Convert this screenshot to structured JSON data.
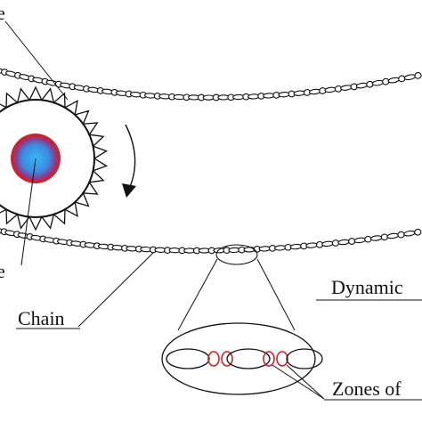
{
  "labels": {
    "chain": "Chain",
    "dynamic": "Dynamic",
    "zones": "Zones of",
    "top_left_fragment": "e",
    "bottom_left_fragment": "e"
  },
  "colors": {
    "outline": "#111111",
    "hub_ring": "#d2232a",
    "hub_center": "#39a9f0",
    "hub_mid": "#4f7fd6",
    "zone_highlight": "#d2232a"
  }
}
